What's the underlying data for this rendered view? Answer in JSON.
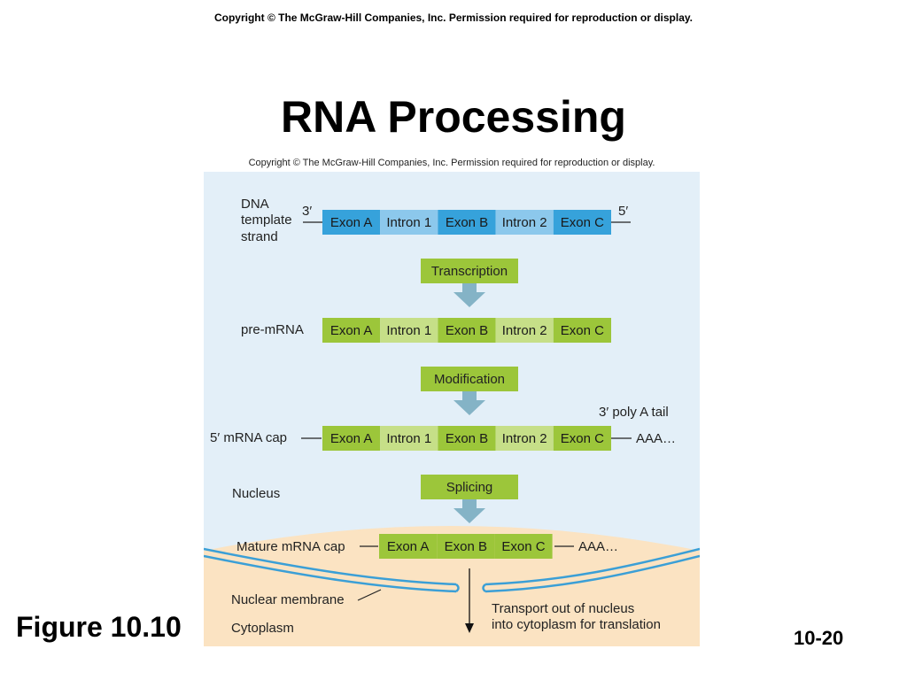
{
  "header": {
    "copyright": "Copyright  © The McGraw-Hill Companies, Inc.  Permission required for reproduction or display.",
    "title": "RNA Processing"
  },
  "figure": {
    "copyright": "Copyright © The McGraw-Hill Companies, Inc. Permission required for reproduction or display.",
    "dna_label": [
      "DNA",
      "template",
      "strand"
    ],
    "three_prime": "3′",
    "five_prime": "5′",
    "dna_segments": [
      "Exon A",
      "Intron 1",
      "Exon B",
      "Intron 2",
      "Exon C"
    ],
    "transcription": "Transcription",
    "pre_mrna_label": "pre-mRNA",
    "pre_mrna_segments": [
      "Exon A",
      "Intron 1",
      "Exon B",
      "Intron 2",
      "Exon C"
    ],
    "modification": "Modification",
    "poly_a_label": "3′ poly A tail",
    "cap_label": "5′ mRNA cap",
    "modified_segments": [
      "Exon A",
      "Intron 1",
      "Exon B",
      "Intron 2",
      "Exon C"
    ],
    "poly_a_seq": "AAA…",
    "nucleus_label": "Nucleus",
    "splicing": "Splicing",
    "mature_label": "Mature mRNA cap",
    "mature_segments": [
      "Exon A",
      "Exon B",
      "Exon C"
    ],
    "mature_poly_a": "AAA…",
    "membrane_label": "Nuclear membrane",
    "transport_label": [
      "Transport out of nucleus",
      "into cytoplasm for translation"
    ],
    "cytoplasm_label": "Cytoplasm"
  },
  "footer": {
    "figure_label": "Figure 10.10",
    "slide_number": "10-20"
  },
  "colors": {
    "nucleus_bg": "#e3eff8",
    "cytoplasm_bg": "#fbe3c2",
    "membrane": "#3b9fd6",
    "dna_exon": "#36a2db",
    "dna_intron": "#8cc8ec",
    "rna_exon": "#9cc63a",
    "rna_intron": "#c6df88",
    "process_box": "#9cc63a",
    "arrow": "#84b3c6"
  }
}
